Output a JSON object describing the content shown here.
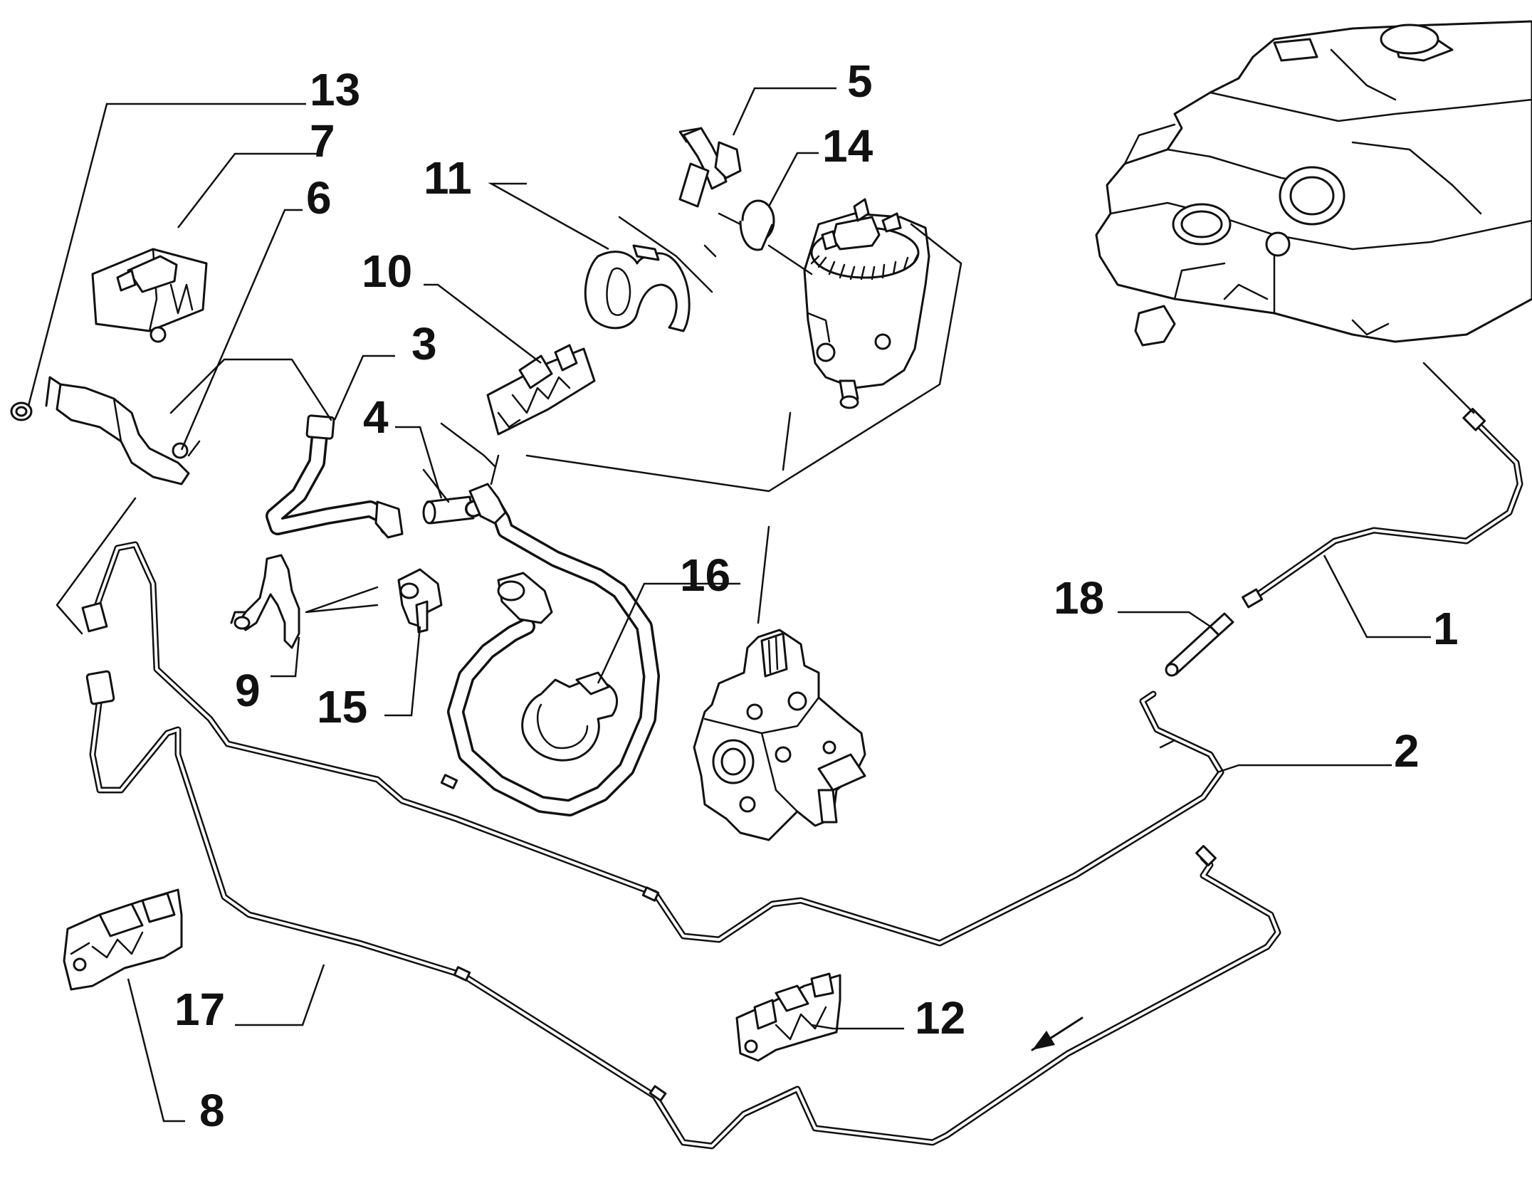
{
  "callouts": {
    "c1": "1",
    "c2": "2",
    "c3": "3",
    "c4": "4",
    "c5": "5",
    "c6": "6",
    "c7": "7",
    "c8": "8",
    "c9": "9",
    "c10": "10",
    "c11": "11",
    "c12": "12",
    "c13": "13",
    "c14": "14",
    "c15": "15",
    "c16": "16",
    "c17": "17",
    "c18": "18"
  },
  "colors": {
    "ink": "#111111",
    "background": "#ffffff"
  }
}
